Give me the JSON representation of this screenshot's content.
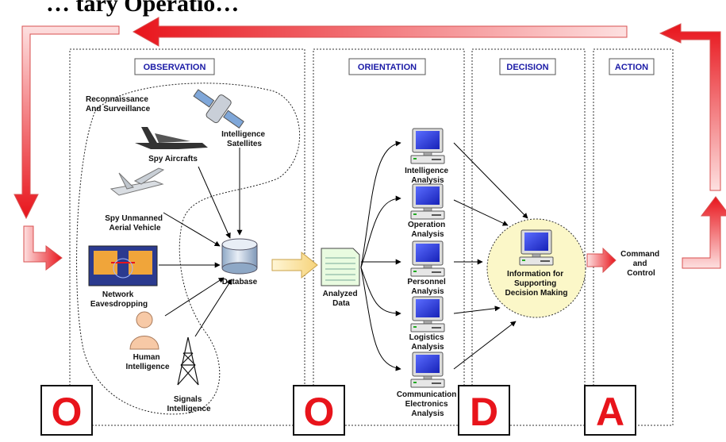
{
  "title": "… tary Operatio…",
  "phases": {
    "observation": "OBSERVATION",
    "orientation": "ORIENTATION",
    "decision": "DECISION",
    "action": "ACTION"
  },
  "letters": [
    "O",
    "O",
    "D",
    "A"
  ],
  "observation": {
    "recon_label": [
      "Reconnaissance",
      "And Surveillance"
    ],
    "spy_aircrafts": [
      "Spy Aircrafts"
    ],
    "intel_satellites": [
      "Intelligence",
      "Satellites"
    ],
    "spy_uav": [
      "Spy Unmanned",
      "Aerial Vehicle"
    ],
    "network": [
      "Network",
      "Eavesdropping"
    ],
    "human": [
      "Human",
      "Intelligence"
    ],
    "signals": [
      "Signals",
      "Intelligence"
    ],
    "database": [
      "Database"
    ]
  },
  "orientation": {
    "analyzed_data": [
      "Analyzed",
      "Data"
    ],
    "analyses": [
      [
        "Intelligence",
        "Analysis"
      ],
      [
        "Operation",
        "Analysis"
      ],
      [
        "Personnel",
        "Analysis"
      ],
      [
        "Logistics",
        "Analysis"
      ],
      [
        "Communication",
        "Electronics",
        "Analysis"
      ]
    ]
  },
  "decision": {
    "info": [
      "Information for",
      "Supporting",
      "Decision Making"
    ]
  },
  "action": {
    "command": [
      "Command",
      "and",
      "Control"
    ]
  },
  "colors": {
    "arrow_red": "#e8141b",
    "phase_header": "#1a1aa6",
    "monitor_blue": "#1f2ee0",
    "decision_fill": "#fbf7c8"
  }
}
